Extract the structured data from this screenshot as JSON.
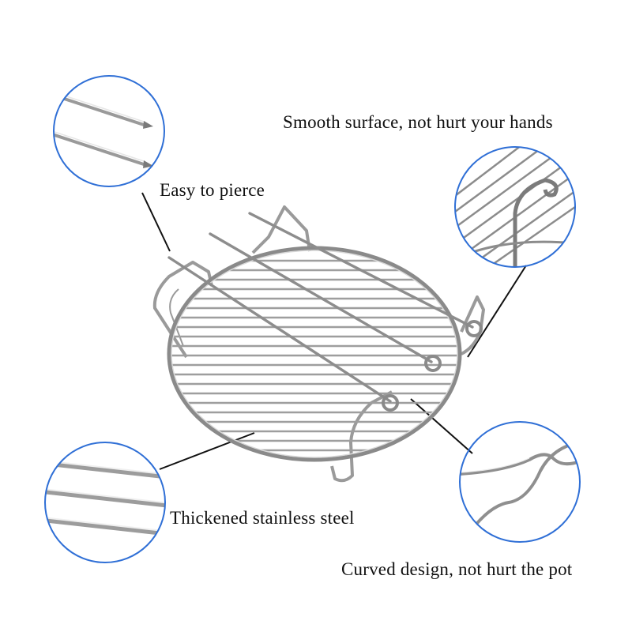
{
  "callouts": {
    "smooth_surface": "Smooth surface, not hurt your hands",
    "easy_to_pierce": "Easy to pierce",
    "thickened_steel": "Thickened stainless steel",
    "curved_design": "Curved design, not hurt the pot"
  },
  "colors": {
    "circle_border": "#2f6fd6",
    "leader_line": "#111111",
    "steel": "#a8a8a8",
    "background": "#ffffff"
  }
}
